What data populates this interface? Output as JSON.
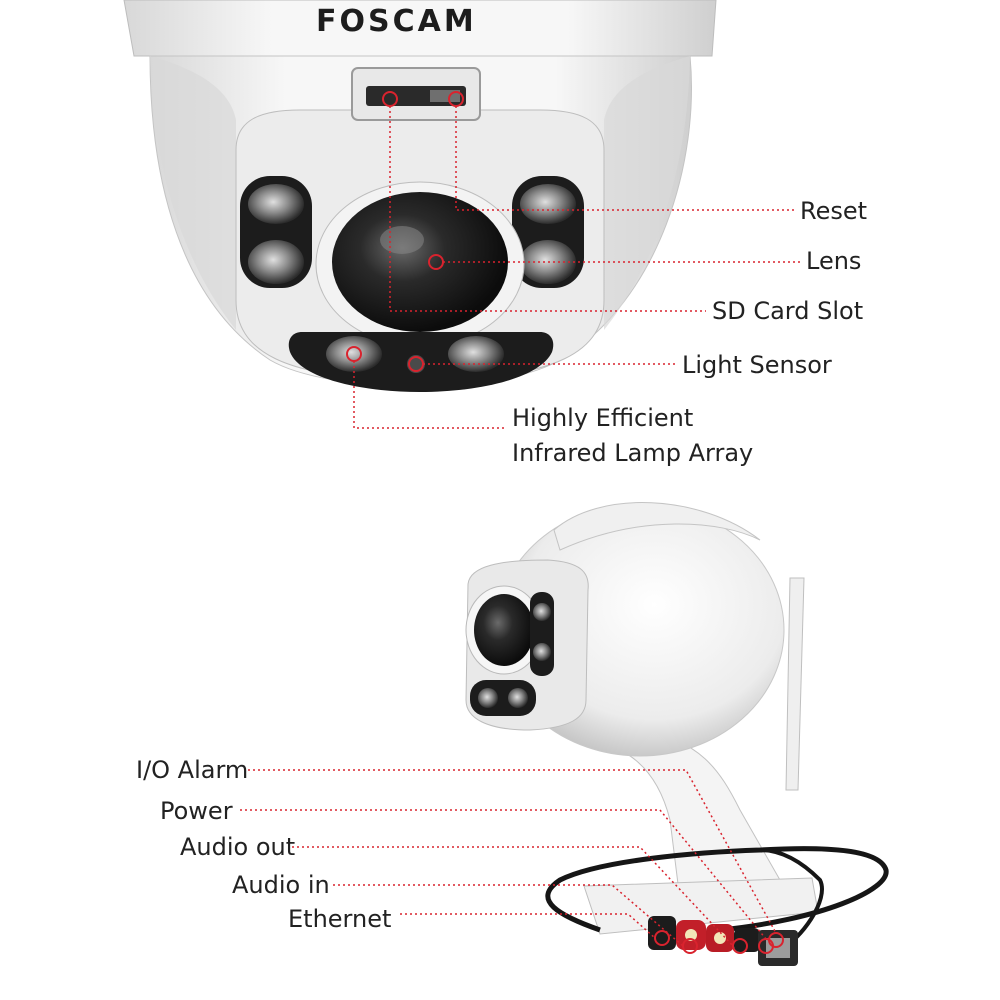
{
  "brand": {
    "logo_text": "FOSCAM"
  },
  "callouts_top": {
    "reset": "Reset",
    "lens": "Lens",
    "sd_card_slot": "SD Card Slot",
    "light_sensor": "Light Sensor",
    "ir_lamp_line1": "Highly Efficient",
    "ir_lamp_line2": "Infrared Lamp Array"
  },
  "callouts_bottom": {
    "io_alarm": "I/O Alarm",
    "power": "Power",
    "audio_out": "Audio out",
    "audio_in": "Audio in",
    "ethernet": "Ethernet"
  },
  "colors": {
    "accent": "#d9232e",
    "text": "#222222",
    "leader_line": "#d9232e",
    "body_white": "#f2f2f2",
    "dark": "#1a1a1a"
  }
}
